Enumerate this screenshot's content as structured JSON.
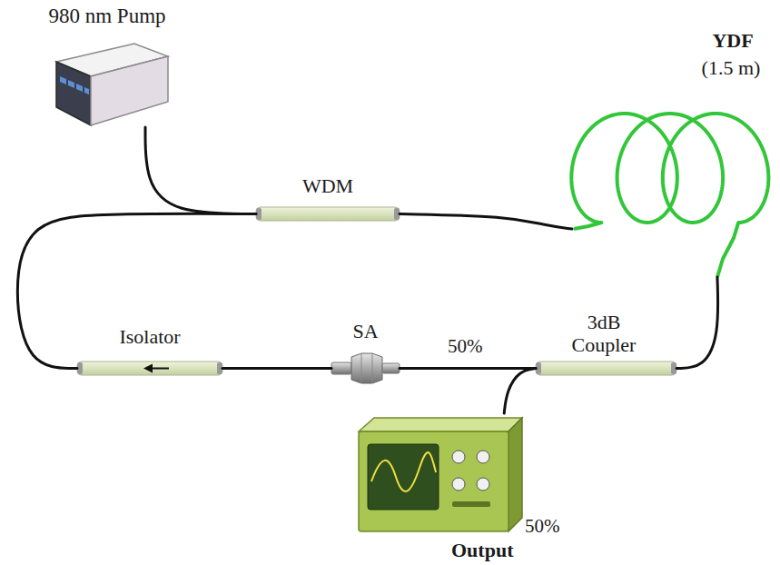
{
  "diagram": {
    "nodes": [
      {
        "text": [
          "980 nm Pump"
        ]
      },
      {
        "text": [
          "WDM"
        ]
      },
      {
        "text": [
          "YDF",
          "(1.5 m)"
        ]
      },
      {
        "text": [
          "3dB Coupler"
        ]
      },
      {
        "text": [
          "SA"
        ]
      },
      {
        "text": [
          "Isolator"
        ]
      },
      {
        "text": [
          "Output"
        ]
      }
    ],
    "edges": [
      {
        "from": 0,
        "to": 1,
        "arrow": "none"
      },
      {
        "from": 1,
        "to": 2,
        "arrow": "none"
      },
      {
        "from": 2,
        "to": 3,
        "arrow": "none"
      },
      {
        "from": 3,
        "to": 4,
        "arrow": "none"
      },
      {
        "from": 4,
        "to": 5,
        "arrow": "none"
      },
      {
        "from": 5,
        "to": 1,
        "arrow": "none"
      },
      {
        "from": 3,
        "to": 6,
        "arrow": "none"
      }
    ],
    "labels": [
      "50%",
      "50%"
    ]
  }
}
